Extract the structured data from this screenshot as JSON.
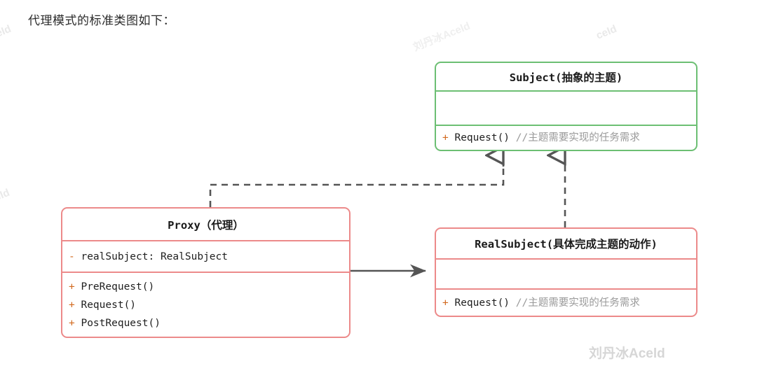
{
  "heading": "代理模式的标准类图如下：",
  "colors": {
    "subject_border": "#6cbf73",
    "proxy_border": "#ec8a8a",
    "realsubject_border": "#ec8a8a",
    "connector": "#555555",
    "visibility_marker": "#d2691e",
    "comment": "#9a9a9a",
    "watermark": "#d6d6d6"
  },
  "classes": {
    "subject": {
      "name": "Subject(抽象的主题)",
      "attributes": [],
      "methods": [
        {
          "visibility": "+",
          "signature": "Request()",
          "comment": "//主题需要实现的任务需求"
        }
      ]
    },
    "proxy": {
      "name": "Proxy（代理）",
      "attributes": [
        {
          "visibility": "-",
          "signature": "realSubject: RealSubject",
          "comment": ""
        }
      ],
      "methods": [
        {
          "visibility": "+",
          "signature": "PreRequest()",
          "comment": ""
        },
        {
          "visibility": "+",
          "signature": "Request()",
          "comment": ""
        },
        {
          "visibility": "+",
          "signature": "PostRequest()",
          "comment": ""
        }
      ]
    },
    "realsubject": {
      "name": "RealSubject(具体完成主题的动作)",
      "attributes": [],
      "methods": [
        {
          "visibility": "+",
          "signature": "Request()",
          "comment": "//主题需要实现的任务需求"
        }
      ]
    }
  },
  "relations": [
    {
      "id": "proxy-realizes-subject",
      "from": "Proxy",
      "to": "Subject",
      "type": "realization",
      "style": "dashed",
      "arrowhead": "hollow-triangle"
    },
    {
      "id": "realsubject-realizes-subject",
      "from": "RealSubject",
      "to": "Subject",
      "type": "realization",
      "style": "dashed",
      "arrowhead": "hollow-triangle"
    },
    {
      "id": "proxy-uses-realsubject",
      "from": "Proxy",
      "to": "RealSubject",
      "type": "association",
      "style": "solid",
      "arrowhead": "filled-arrow"
    }
  ],
  "watermarks": {
    "main": "刘丹冰Aceld",
    "fragments": [
      "ceId",
      "ceId",
      "刘丹冰Aceld",
      "ceId"
    ]
  }
}
